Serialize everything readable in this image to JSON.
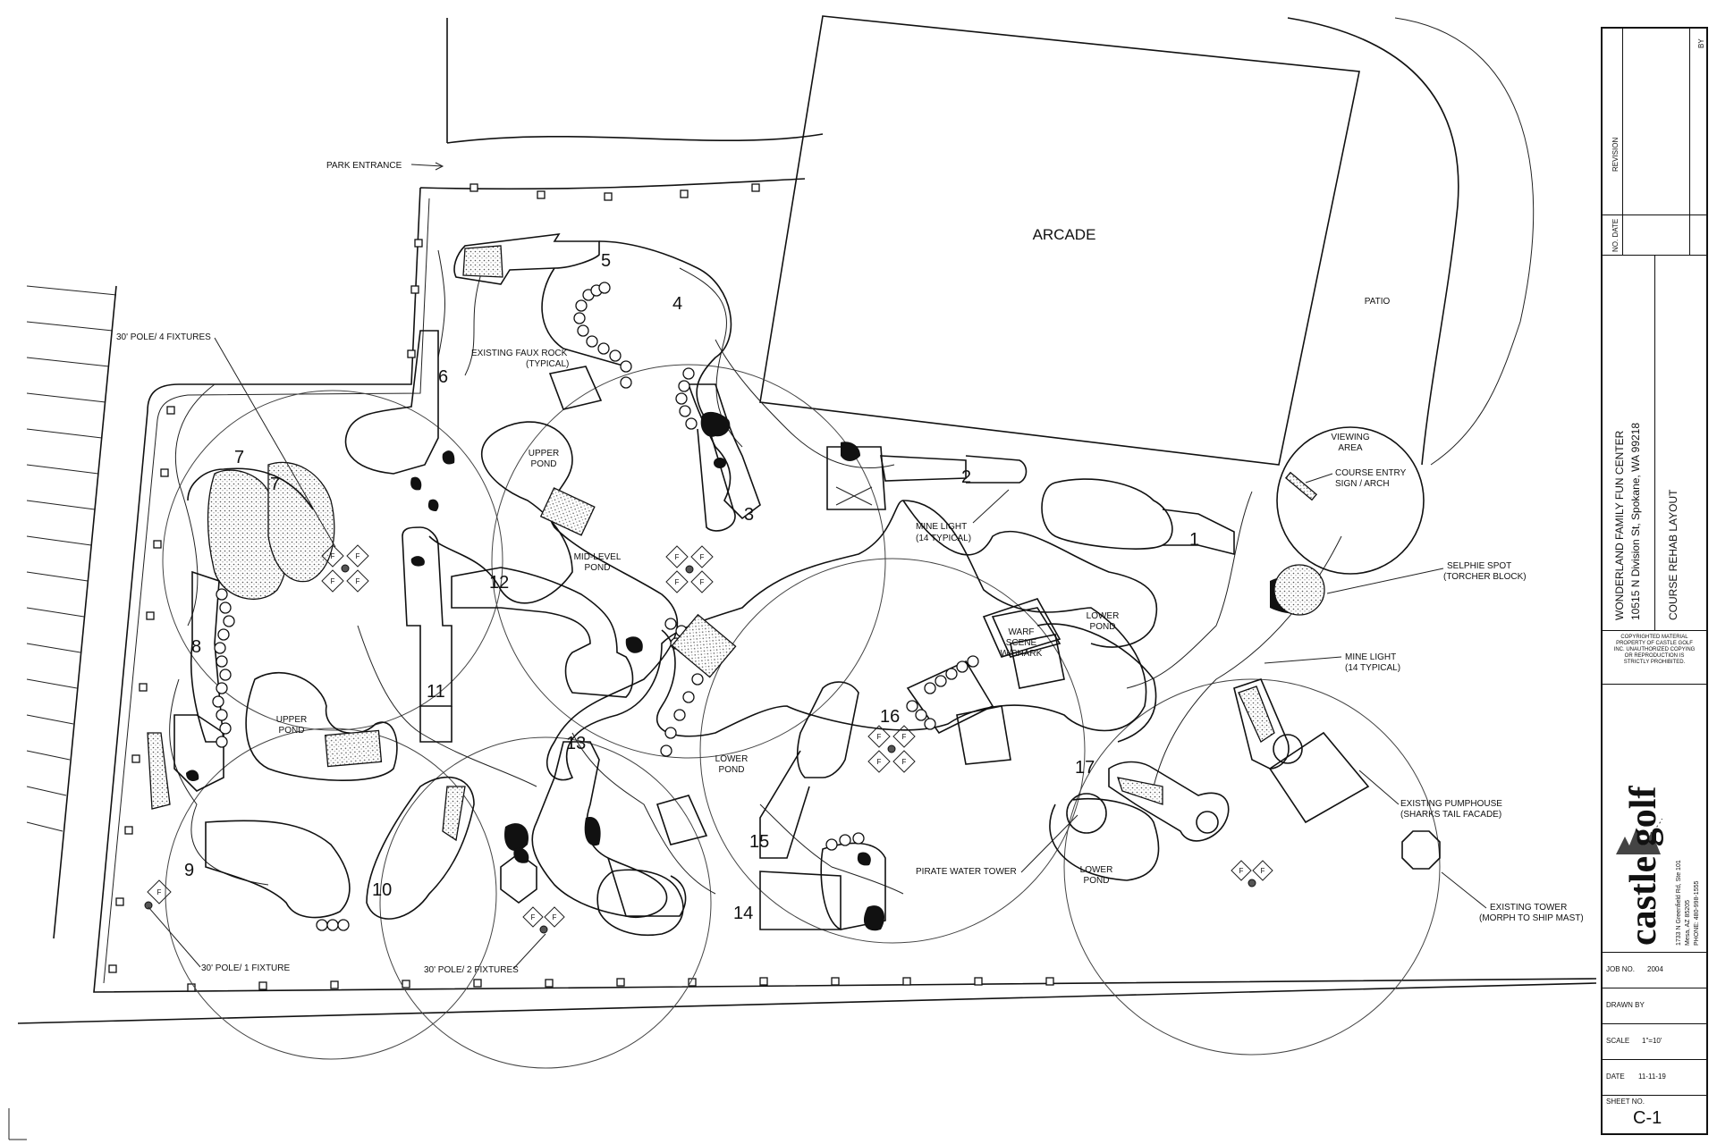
{
  "plan": {
    "arcade": "ARCADE",
    "patio": "PATIO",
    "park_entrance": "PARK ENTRANCE",
    "viewing_area": [
      "VIEWING",
      "AREA"
    ],
    "course_entry": [
      "COURSE ENTRY",
      "SIGN / ARCH"
    ],
    "selphie": [
      "SELPHIE SPOT",
      "(TORCHER BLOCK)"
    ],
    "mine_light_1": [
      "MINE LIGHT",
      "(14 TYPICAL)"
    ],
    "mine_light_2": [
      "MINE LIGHT",
      "(14 TYPICAL)"
    ],
    "faux_rock": [
      "EXISTING FAUX ROCK",
      "(TYPICAL)"
    ],
    "pole_4": "30' POLE/ 4 FIXTURES",
    "pole_1": "30' POLE/ 1 FIXTURE",
    "pole_2": "30' POLE/ 2 FIXTURES",
    "upper_pond_1": [
      "UPPER",
      "POND"
    ],
    "upper_pond_2": [
      "UPPER",
      "POND"
    ],
    "mid_pond": [
      "MID-LEVEL",
      "POND"
    ],
    "lower_pond_1": [
      "LOWER",
      "POND"
    ],
    "lower_pond_2": [
      "LOWER",
      "POND"
    ],
    "lower_pond_3": [
      "LOWER",
      "POND"
    ],
    "warf": [
      "WARF",
      "SCENE",
      "W/SHARK"
    ],
    "pirate_tower": "PIRATE WATER TOWER",
    "pumphouse": [
      "EXISTING PUMPHOUSE",
      "(SHARKS TAIL FACADE)"
    ],
    "tower": [
      "EXISTING TOWER",
      "(MORPH TO SHIP MAST)"
    ],
    "holes": [
      "1",
      "2",
      "3",
      "4",
      "5",
      "6",
      "7",
      "7",
      "8",
      "9",
      "10",
      "11",
      "12",
      "13",
      "14",
      "15",
      "16",
      "17"
    ],
    "fixture_letter": "F"
  },
  "title_block": {
    "by_header": "BY",
    "revision_header": "REVISION",
    "date_header": "NO. DATE",
    "project_name": "WONDERLAND FAMILY FUN CENTER",
    "project_address": "10515 N Division St, Spokane, WA 99218",
    "sheet_title": "COURSE REHAB LAYOUT",
    "copyright": [
      "COPYRIGHTED MATERIAL",
      "PROPERTY OF CASTLE GOLF",
      "INC. UNAUTHORIZED COPYING",
      "OR REPRODUCTION IS",
      "STRICTLY PROHIBITED."
    ],
    "logo": "castle golf",
    "company_address": [
      "1733 N Greenfield Rd, Ste 101",
      "Mesa, AZ 85205",
      "PHONE: 480-998-1555"
    ],
    "job_no_label": "JOB NO.",
    "job_no": "2004",
    "drawn_by_label": "DRAWN BY",
    "scale_label": "SCALE",
    "scale": "1\"=10'",
    "date_label": "DATE",
    "date": "11-11-19",
    "sheet_no_label": "SHEET NO.",
    "sheet_no": "C-1"
  }
}
